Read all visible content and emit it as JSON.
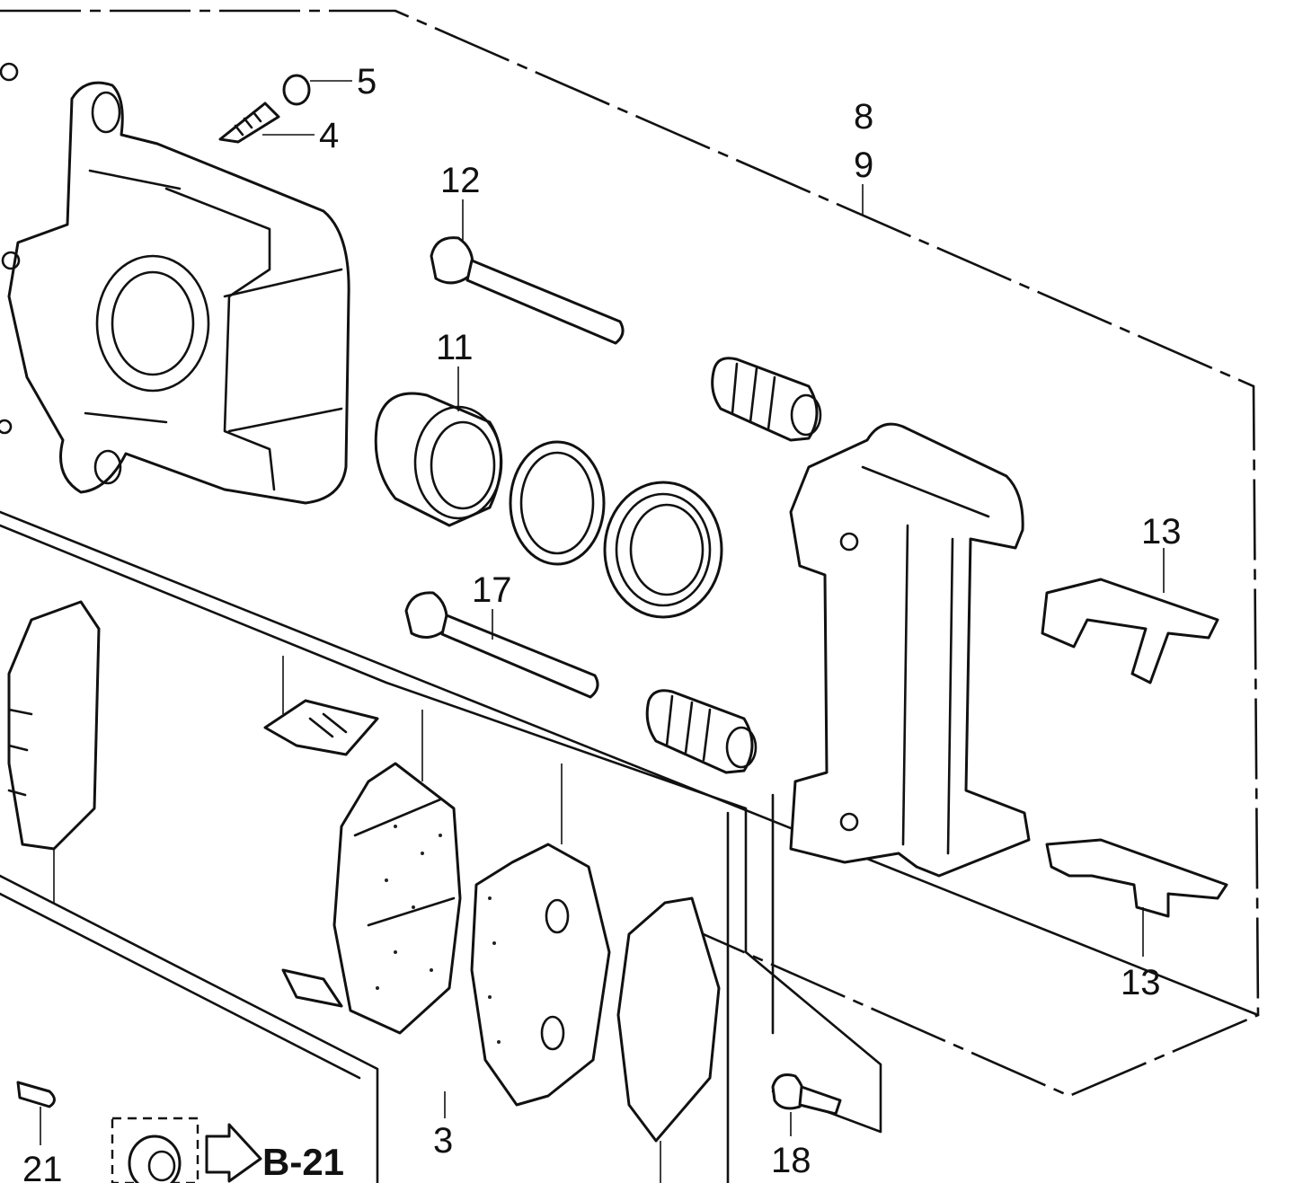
{
  "callouts": [
    {
      "id": "c5",
      "text": "5"
    },
    {
      "id": "c4",
      "text": "4"
    },
    {
      "id": "c8",
      "text": "8"
    },
    {
      "id": "c9",
      "text": "9"
    },
    {
      "id": "c12",
      "text": "12"
    },
    {
      "id": "c11",
      "text": "11"
    },
    {
      "id": "c17",
      "text": "17"
    },
    {
      "id": "c13a",
      "text": "13"
    },
    {
      "id": "c13b",
      "text": "13"
    },
    {
      "id": "c3",
      "text": "3"
    },
    {
      "id": "c18",
      "text": "18"
    },
    {
      "id": "c21",
      "text": "21"
    }
  ],
  "reference": {
    "text": "B-21"
  }
}
